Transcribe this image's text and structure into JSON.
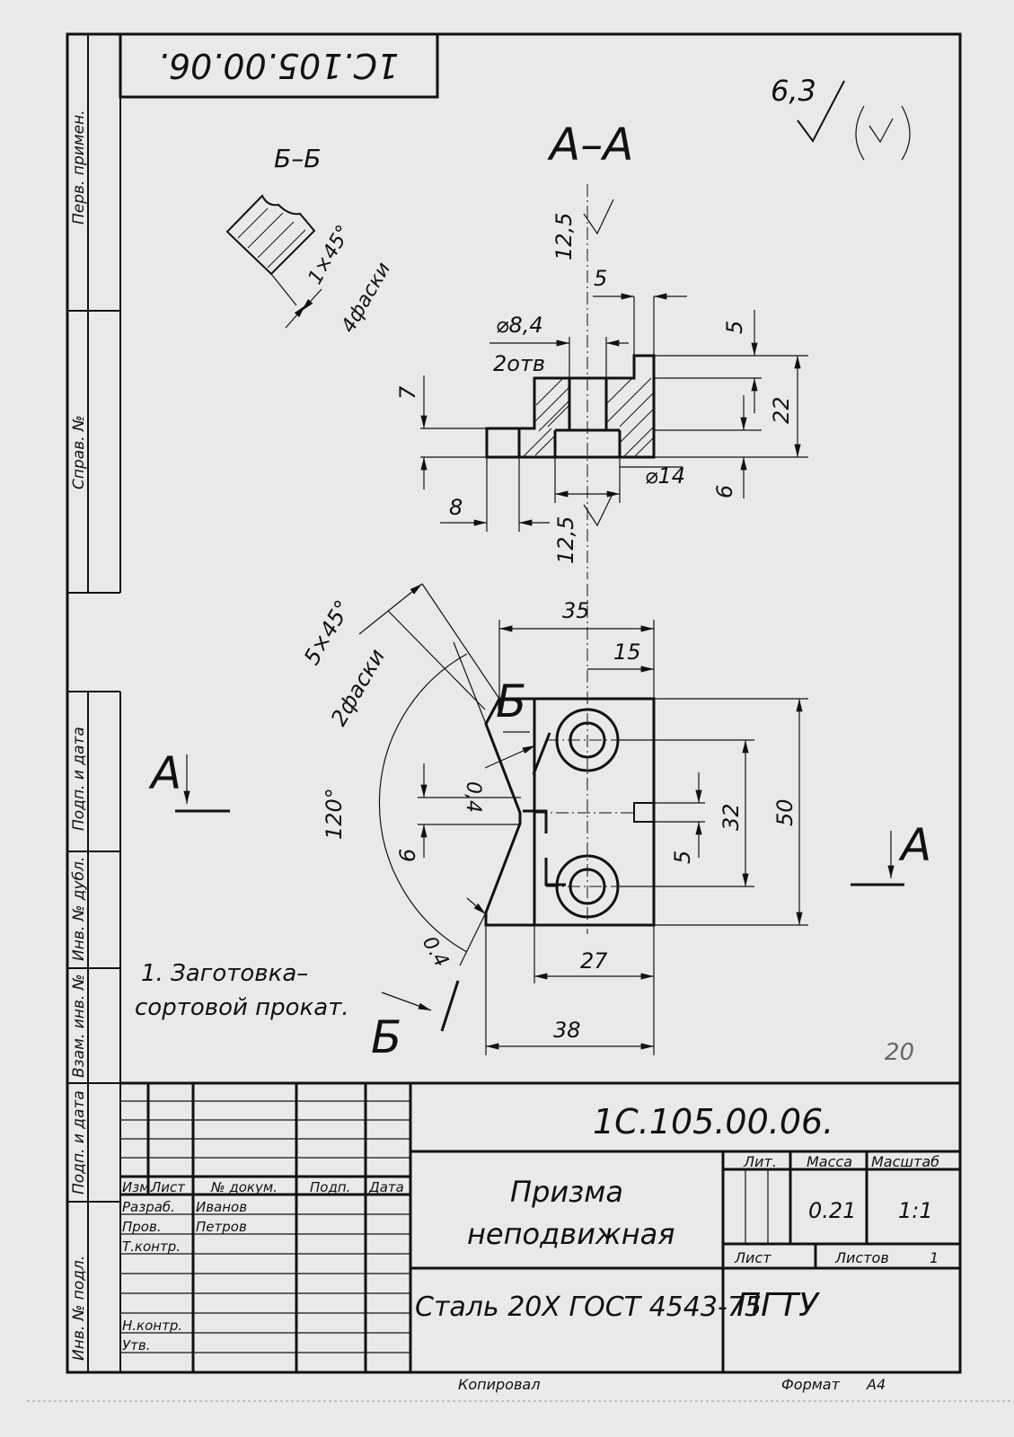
{
  "drawing_code": "1С.105.00.06.",
  "drawing_code_mirrored": "1С.105.00.06.",
  "roughness": {
    "value": "6,3"
  },
  "view_labels": {
    "section_a": "А–А",
    "section_b": "Б–Б",
    "cut_a_left": "А",
    "cut_a_right": "А",
    "cut_b_top": "Б",
    "cut_b_bottom": "Б"
  },
  "dimensions": {
    "r12_5_top": "12,5",
    "d5_top": "5",
    "dia8_4": "⌀8,4",
    "holes2": "2отв",
    "d5_right": "5",
    "d7": "7",
    "d22": "22",
    "dia14": "⌀14",
    "d6_right": "6",
    "d8": "8",
    "r12_5_bottom": "12,5",
    "chamfer1": "1×45°",
    "chamfers4": "4фаски",
    "chamfer5": "5×45°",
    "chamfers2": "2фаски",
    "d35": "35",
    "d15": "15",
    "d0_4_top": "0,4",
    "angle120": "120°",
    "d6_left": "6",
    "d32": "32",
    "d50": "50",
    "d5_mid": "5",
    "d0_4_bottom": "0.4",
    "d27": "27",
    "d38": "38"
  },
  "note": {
    "line1": "1. Заготовка–",
    "line2": "сортовой прокат."
  },
  "side_labels": {
    "perv_primen": "Перв. примен.",
    "sprav_no": "Справ. №",
    "podp_data_1": "Подп. и дата",
    "inv_dubl": "Инв. № дубл.",
    "vzam_inv": "Взам. инв. №",
    "podp_data_2": "Подп. и дата",
    "inv_podl": "Инв. № подл."
  },
  "title_block": {
    "code": "1С.105.00.06.",
    "name_line1": "Призма",
    "name_line2": "неподвижная",
    "material": "Сталь 20Х ГОСТ 4543-75",
    "organization": "ПГТУ",
    "lit_label": "Лит.",
    "mass_label": "Масса",
    "scale_label": "Масштаб",
    "mass_value": "0.21",
    "scale_value": "1:1",
    "sheet_label": "Лист",
    "sheets_label": "Листов",
    "sheets_value": "1",
    "header": {
      "izm": "Изм.",
      "list": "Лист",
      "doc": "№ докум.",
      "podp": "Подп.",
      "data": "Дата"
    },
    "roles": [
      {
        "role": "Разраб.",
        "name": "Иванов"
      },
      {
        "role": "Пров.",
        "name": "Петров"
      },
      {
        "role": "Т.контр.",
        "name": ""
      },
      {
        "role": "Н.контр.",
        "name": ""
      },
      {
        "role": "Утв.",
        "name": ""
      }
    ]
  },
  "footer": {
    "copied": "Копировал",
    "format_label": "Формат",
    "format_value": "А4"
  },
  "handwritten_mark": "20"
}
